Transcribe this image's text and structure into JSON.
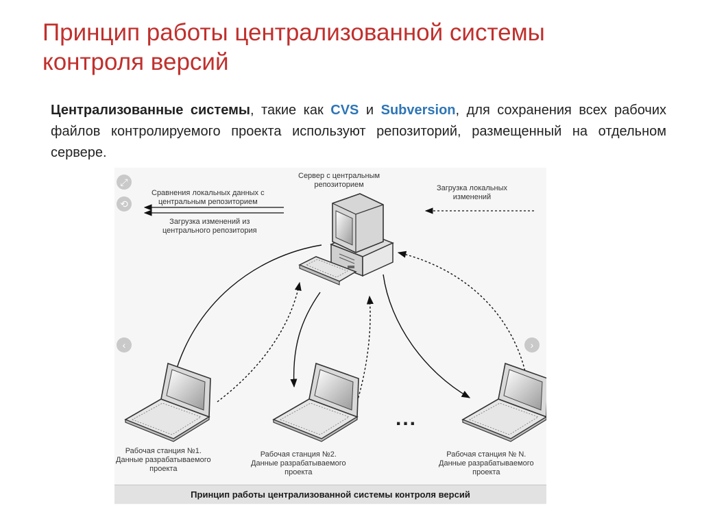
{
  "title": {
    "line1": "Принцип работы централизованной системы",
    "line2": "контроля версий"
  },
  "intro": {
    "bold_lead": "Централизованные системы",
    "text_a": ", такие как ",
    "cvs": "CVS",
    "text_b": " и ",
    "subversion": "Subversion",
    "text_c": ", для сохранения всех рабочих файлов контролируемого проекта используют репозиторий, размещенный на отдельном сервере."
  },
  "diagram": {
    "server_label_1": "Сервер с центральным",
    "server_label_2": "репозиторием",
    "compare_label_1": "Сравнения локальных данных с",
    "compare_label_2": "центральным репозиторием",
    "download_label_1": "Загрузка изменений из",
    "download_label_2": "центрального репозитория",
    "upload_label_1": "Загрузка локальных",
    "upload_label_2": "изменений",
    "ws1_1": "Рабочая станция №1.",
    "ws1_2": "Данные разрабатываемого",
    "ws1_3": "проекта",
    "ws2_1": "Рабочая станция №2.",
    "ws2_2": "Данные разрабатываемого",
    "ws2_3": "проекта",
    "wsn_1": "Рабочая станция № N.",
    "wsn_2": "Данные разрабатываемого",
    "wsn_3": "проекта",
    "ellipsis": "...",
    "caption": "Принцип работы централизованной системы контроля версий"
  },
  "controls": {
    "expand_icon": "expand-icon",
    "rotate_icon": "rotate-icon",
    "prev_icon": "chevron-left-icon",
    "next_icon": "chevron-right-icon"
  }
}
